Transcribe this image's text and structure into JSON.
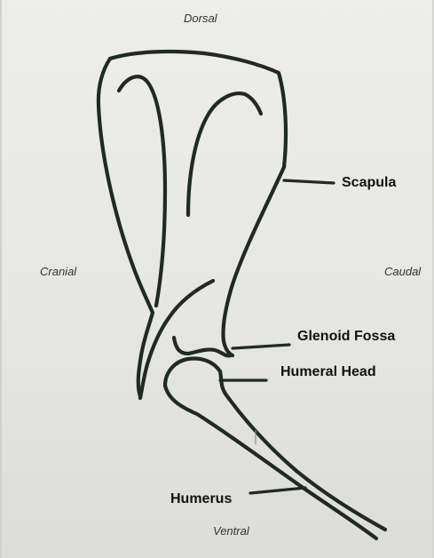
{
  "orientation": {
    "top": "Dorsal",
    "left": "Cranial",
    "right": "Caudal",
    "bottom": "Ventral"
  },
  "labels": {
    "scapula": "Scapula",
    "glenoid_fossa": "Glenoid Fossa",
    "humeral_head": "Humeral Head",
    "humerus": "Humerus"
  }
}
